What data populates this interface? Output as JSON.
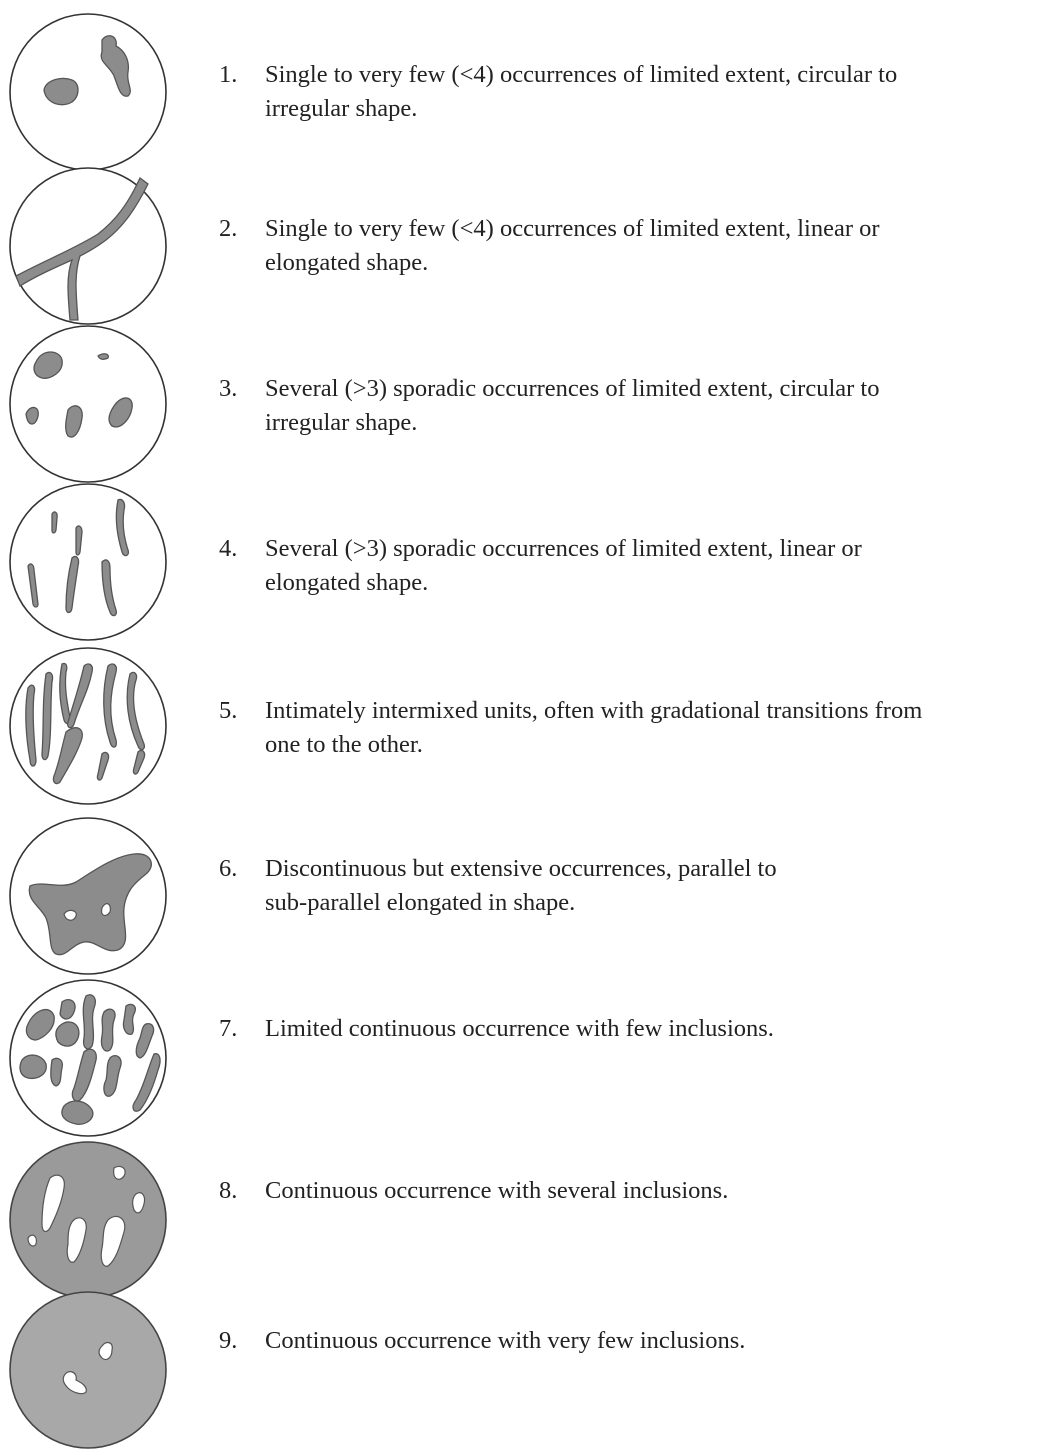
{
  "items": [
    {
      "number": "1.",
      "text": "Single to very few (<4) occurrences of limited extent, circular to\nirregular shape."
    },
    {
      "number": "2.",
      "text": "Single to very few (<4) occurrences of limited extent, linear or\nelongated shape."
    },
    {
      "number": "3.",
      "text": "Several (>3) sporadic occurrences of limited extent, circular to\nirregular shape."
    },
    {
      "number": "4.",
      "text": "Several (>3) sporadic occurrences of limited extent, linear or\nelongated shape."
    },
    {
      "number": "5.",
      "text": "Intimately intermixed units, often with gradational transitions from\none to the other."
    },
    {
      "number": "6.",
      "text": "Discontinuous but extensive occurrences, parallel to\nsub-parallel elongated in shape."
    },
    {
      "number": "7.",
      "text": "Limited continuous occurrence with few inclusions."
    },
    {
      "number": "8.",
      "text": "Continuous occurrence with several inclusions."
    },
    {
      "number": "9.",
      "text": "Continuous occurrence with very few inclusions."
    }
  ]
}
